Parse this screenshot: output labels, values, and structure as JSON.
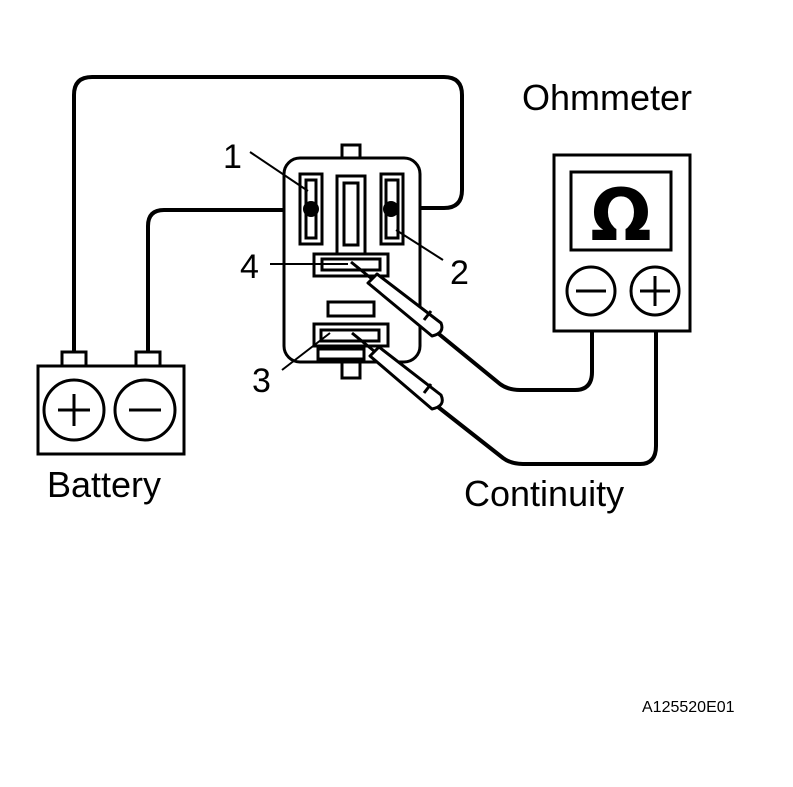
{
  "labels": {
    "ohmmeter": "Ohmmeter",
    "battery": "Battery",
    "continuity": "Continuity",
    "figure_id": "A125520E01"
  },
  "terminals": {
    "t1": "1",
    "t2": "2",
    "t3": "3",
    "t4": "4"
  },
  "symbols": {
    "omega": "Ω",
    "plus": "+",
    "minus": "−"
  },
  "colors": {
    "line": "#000000",
    "background": "#ffffff"
  }
}
